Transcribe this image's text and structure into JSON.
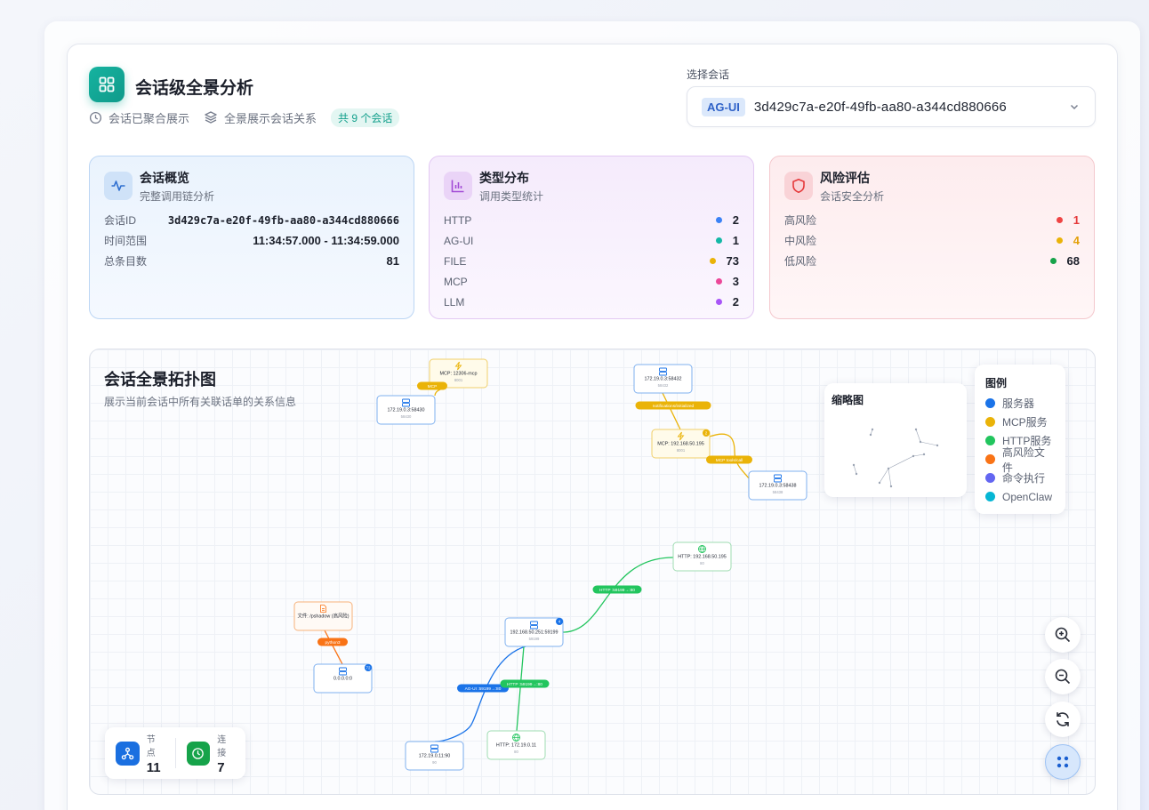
{
  "header": {
    "title": "会话级全景分析",
    "aggregated": "会话已聚合展示",
    "panorama": "全景展示会话关系",
    "count_badge": "共 9 个会话"
  },
  "selector": {
    "label": "选择会话",
    "tag": "AG-UI",
    "value": "3d429c7a-e20f-49fb-aa80-a344cd880666"
  },
  "overview": {
    "title": "会话概览",
    "subtitle": "完整调用链分析",
    "rows": [
      {
        "label": "会话ID",
        "value": "3d429c7a-e20f-49fb-aa80-a344cd880666"
      },
      {
        "label": "时间范围",
        "value": "11:34:57.000 - 11:34:59.000"
      },
      {
        "label": "总条目数",
        "value": "81"
      }
    ]
  },
  "type_dist": {
    "title": "类型分布",
    "subtitle": "调用类型统计",
    "rows": [
      {
        "label": "HTTP",
        "value": "2",
        "color": "#3b82f6"
      },
      {
        "label": "AG-UI",
        "value": "1",
        "color": "#14b8a6"
      },
      {
        "label": "FILE",
        "value": "73",
        "color": "#eab308"
      },
      {
        "label": "MCP",
        "value": "3",
        "color": "#ec4899"
      },
      {
        "label": "LLM",
        "value": "2",
        "color": "#a855f7"
      }
    ]
  },
  "risk": {
    "title": "风险评估",
    "subtitle": "会话安全分析",
    "rows": [
      {
        "label": "高风险",
        "value": "1",
        "color": "#ef4444",
        "value_color": "#e5393b"
      },
      {
        "label": "中风险",
        "value": "4",
        "color": "#eab308",
        "value_color": "#e3a008"
      },
      {
        "label": "低风险",
        "value": "68",
        "color": "#16a34a",
        "value_color": "#1b1f2a"
      }
    ]
  },
  "topology": {
    "title": "会话全景拓扑图",
    "subtitle": "展示当前会话中所有关联话单的关系信息",
    "minimap_title": "缩略图",
    "legend": {
      "title": "图例",
      "items": [
        {
          "label": "服务器",
          "color": "#1a73e8"
        },
        {
          "label": "MCP服务",
          "color": "#eab308"
        },
        {
          "label": "HTTP服务",
          "color": "#22c55e"
        },
        {
          "label": "高风险文件",
          "color": "#f97316"
        },
        {
          "label": "命令执行",
          "color": "#6366f1"
        },
        {
          "label": "OpenClaw",
          "color": "#06b6d4"
        }
      ]
    },
    "nodes": [
      {
        "id": "mcp12306",
        "kind": "mcp",
        "label": "MCP: 12306-mcp",
        "sub": "8001"
      },
      {
        "id": "srv58430",
        "kind": "server",
        "label": "172.19.0.3:58430",
        "sub": "58430"
      },
      {
        "id": "srv58432",
        "kind": "server",
        "label": "172.19.0.3:58432",
        "sub": "58432"
      },
      {
        "id": "mcp195",
        "kind": "mcp",
        "label": "MCP: 192.168.50.195",
        "sub": "8001",
        "badge": "2"
      },
      {
        "id": "srv58438",
        "kind": "server",
        "label": "172.19.0.3:58438",
        "sub": "58438"
      },
      {
        "id": "http195",
        "kind": "http",
        "label": "HTTP: 192.168.50.195",
        "sub": "80"
      },
      {
        "id": "file",
        "kind": "file",
        "label": "文件: /pshadow (高风险)",
        "sub": ""
      },
      {
        "id": "srv0000",
        "kind": "server",
        "label": "0.0.0.0:0",
        "sub": "",
        "badge": "72"
      },
      {
        "id": "srv251",
        "kind": "server",
        "label": "192.168.50.251:59199",
        "sub": "59199",
        "badge": "4"
      },
      {
        "id": "srv1190",
        "kind": "server",
        "label": "172.19.0.11:90",
        "sub": "90"
      },
      {
        "id": "http11",
        "kind": "http",
        "label": "HTTP: 172.19.0.11",
        "sub": "80"
      }
    ],
    "edges": [
      {
        "label": "MCP",
        "kind": "mcp"
      },
      {
        "label": "notifications/initialized",
        "kind": "mcp"
      },
      {
        "label": "MCP tools/call",
        "kind": "mcp"
      },
      {
        "label": "HTTP :59199→:80",
        "kind": "http"
      },
      {
        "label": "python3",
        "kind": "file"
      },
      {
        "label": "AG-UI :59199→:80",
        "kind": "server"
      },
      {
        "label": "HTTP :59199→:80",
        "kind": "http"
      }
    ],
    "counter": {
      "nodes_label": "节点",
      "nodes_value": "11",
      "links_label": "连接",
      "links_value": "7"
    }
  },
  "colors": {
    "accent": "#14a08c",
    "server": "#1a73e8",
    "mcp": "#eab308",
    "http": "#22c55e",
    "file": "#f97316"
  },
  "icons": [
    "grid-icon",
    "clock-icon",
    "layers-icon",
    "chevron-down-icon",
    "activity-icon",
    "bar-chart-icon",
    "shield-icon",
    "zoom-in-icon",
    "zoom-out-icon",
    "refresh-icon",
    "dots-icon",
    "network-icon",
    "server-icon",
    "globe-icon",
    "file-icon",
    "bolt-icon"
  ]
}
